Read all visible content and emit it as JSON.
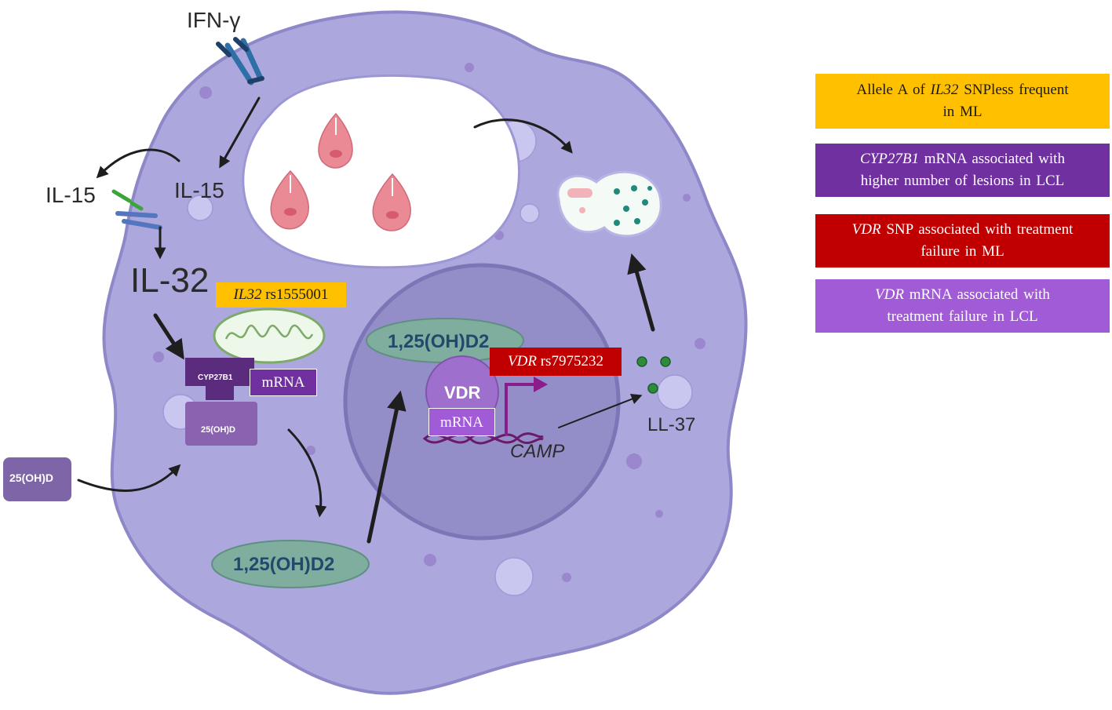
{
  "labels": {
    "ifn_gamma": "IFN-γ",
    "il15_inner": "IL-15",
    "il15_outer": "IL-15",
    "il32": "IL-32",
    "cyp27b1": "CYP27B1",
    "enzyme_substrate": "25(OH)D",
    "external_25ohd": "25(OH)D",
    "vitd_nucleus": "1,25(OH)D2",
    "vitd_cytoplasm": "1,25(OH)D2",
    "vdr": "VDR",
    "camp": "CAMP",
    "ll37": "LL-37"
  },
  "tags": {
    "il32_snp": {
      "gene": "IL32",
      "rest": " rs1555001"
    },
    "cyp_mrna": "mRNA",
    "vdr_snp": {
      "gene": "VDR",
      "rest": "  rs7975232"
    },
    "vdr_mrna": "mRNA"
  },
  "legend": [
    {
      "gene": "",
      "pre": "Allele  A of ",
      "gene_mid": "IL32",
      "line1_rest": " SNPless frequent",
      "line2": "in ML",
      "color": "#ffc000",
      "text_color": "#1a1a1a"
    },
    {
      "gene": "CYP27B1",
      "pre": "",
      "gene_mid": "",
      "line1_rest": " mRNA associated with",
      "line2": "higher number of lesions in LCL",
      "color": "#7030a0",
      "text_color": "#ffffff"
    },
    {
      "gene": "VDR",
      "pre": "",
      "gene_mid": "",
      "line1_rest": " SNP associated with treatment",
      "line2": "failure in ML",
      "color": "#c00000",
      "text_color": "#ffffff"
    },
    {
      "gene": "VDR",
      "pre": "",
      "gene_mid": "",
      "line1_rest": " mRNA associated with",
      "line2": "treatment failure in LCL",
      "color": "#a25bd6",
      "text_color": "#ffffff"
    }
  ],
  "colors": {
    "cell": "#aca8de",
    "cell_edge": "#8e88c9",
    "nucleus": "#948ec8",
    "vacuole": "#ffffff",
    "parasite": "#e98a95",
    "vitd": "#7fae9e",
    "cyp_dark": "#5b2b7e",
    "cyp_light": "#8a63b0",
    "vdr": "#9e6fcd",
    "arrow": "#1e1e1e"
  }
}
